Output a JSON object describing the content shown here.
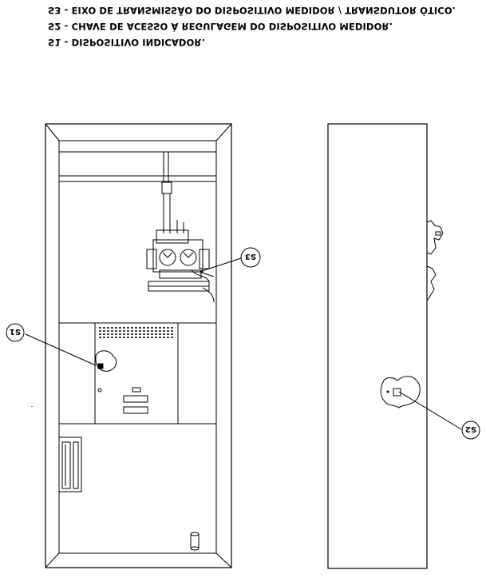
{
  "legend": {
    "s3": "S3 - EIXO DE TRANSMISSÃO DO DISPOSITIVO MEDIDOR / TRANSDUTOR ÓTICO.",
    "s2": "S2 - CHAVE DE ACESSO À REGULAGEM DO DISPOSITIVO MEDIDOR.",
    "s1": "S1 - DISPOSITIVO INDICADOR."
  },
  "callouts": {
    "s1": "S1",
    "s2": "S2",
    "s3": "S3"
  }
}
